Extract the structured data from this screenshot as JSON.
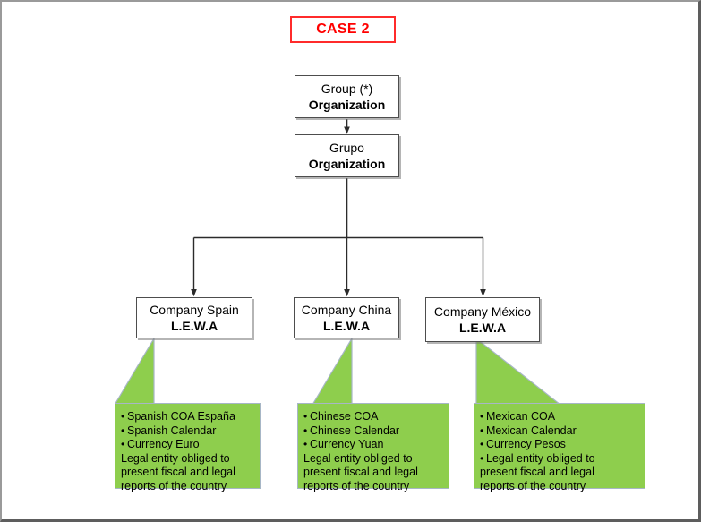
{
  "title_box": {
    "label": "CASE 2",
    "border_color": "#ff2b2b",
    "text_color": "#ff0000"
  },
  "hierarchy": {
    "root": {
      "line1": "Group (*)",
      "line2": "Organization"
    },
    "second": {
      "line1": "Grupo",
      "line2": "Organization"
    },
    "companies": [
      {
        "line1": "Company Spain",
        "line2": "L.E.W.A"
      },
      {
        "line1": "Company China",
        "line2": "L.E.W.A"
      },
      {
        "line1": "Company México",
        "line2": "L.E.W.A"
      }
    ]
  },
  "callouts": [
    {
      "name": "spain",
      "fill_color": "#8ece4d",
      "rows": [
        {
          "text": "Spanish COA España",
          "bulleted": true
        },
        {
          "text": "Spanish Calendar",
          "bulleted": true
        },
        {
          "text": "Currency Euro",
          "bulleted": true
        },
        {
          "text": "Legal entity obliged to",
          "bulleted": false
        },
        {
          "text": "present fiscal and legal",
          "bulleted": false
        },
        {
          "text": "reports of the country",
          "bulleted": false
        }
      ]
    },
    {
      "name": "china",
      "fill_color": "#8ece4d",
      "rows": [
        {
          "text": "Chinese COA",
          "bulleted": true
        },
        {
          "text": "Chinese Calendar",
          "bulleted": true
        },
        {
          "text": "Currency Yuan",
          "bulleted": true
        },
        {
          "text": "Legal entity obliged to",
          "bulleted": false
        },
        {
          "text": "present fiscal and legal",
          "bulleted": false
        },
        {
          "text": "reports of the country",
          "bulleted": false
        }
      ]
    },
    {
      "name": "mexico",
      "fill_color": "#8ece4d",
      "rows": [
        {
          "text": "Mexican COA",
          "bulleted": true
        },
        {
          "text": "Mexican Calendar",
          "bulleted": true
        },
        {
          "text": "Currency Pesos",
          "bulleted": true
        },
        {
          "text": "Legal entity obliged to",
          "bulleted": true
        },
        {
          "text": "present fiscal and legal",
          "bulleted": false
        },
        {
          "text": "reports of the country",
          "bulleted": false
        }
      ]
    }
  ],
  "connectors": {
    "line_color": "#2b2b2b",
    "description": "root connects down to second node, second node branches to three company nodes"
  }
}
